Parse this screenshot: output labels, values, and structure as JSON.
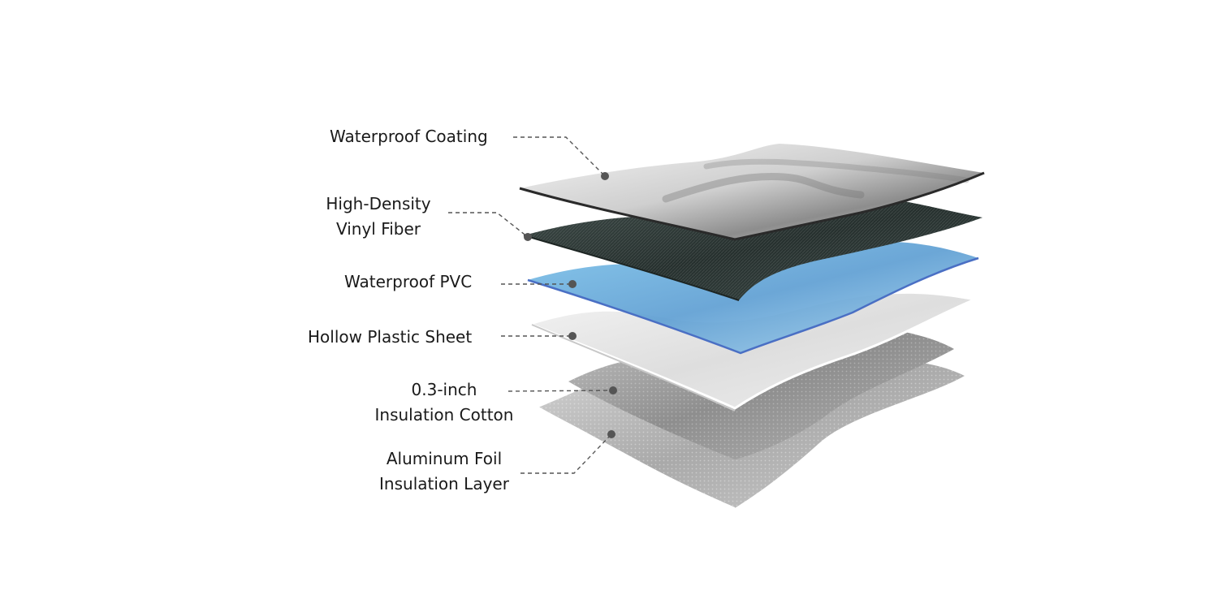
{
  "colors": {
    "background": "#ffffff",
    "label_text": "#1a1a1a",
    "leader_line": "#555555",
    "waterproof_coating": "#c9c9c9",
    "vinyl_fiber": "#2c3a37",
    "waterproof_pvc": "#6fa6d6",
    "hollow_plastic_sheet": "#e6e6e6",
    "insulation_cotton": "#9c9c9c",
    "aluminum_foil": "#bdbdbd"
  },
  "layers": [
    {
      "key": "coating",
      "lines": [
        "Waterproof Coating"
      ]
    },
    {
      "key": "vinyl",
      "lines": [
        "High-Density",
        "Vinyl Fiber"
      ]
    },
    {
      "key": "pvc",
      "lines": [
        "Waterproof PVC"
      ]
    },
    {
      "key": "hollow",
      "lines": [
        "Hollow Plastic Sheet"
      ]
    },
    {
      "key": "cotton",
      "lines": [
        "0.3-inch",
        "Insulation Cotton"
      ]
    },
    {
      "key": "foil",
      "lines": [
        "Aluminum Foil",
        "Insulation Layer"
      ]
    }
  ]
}
